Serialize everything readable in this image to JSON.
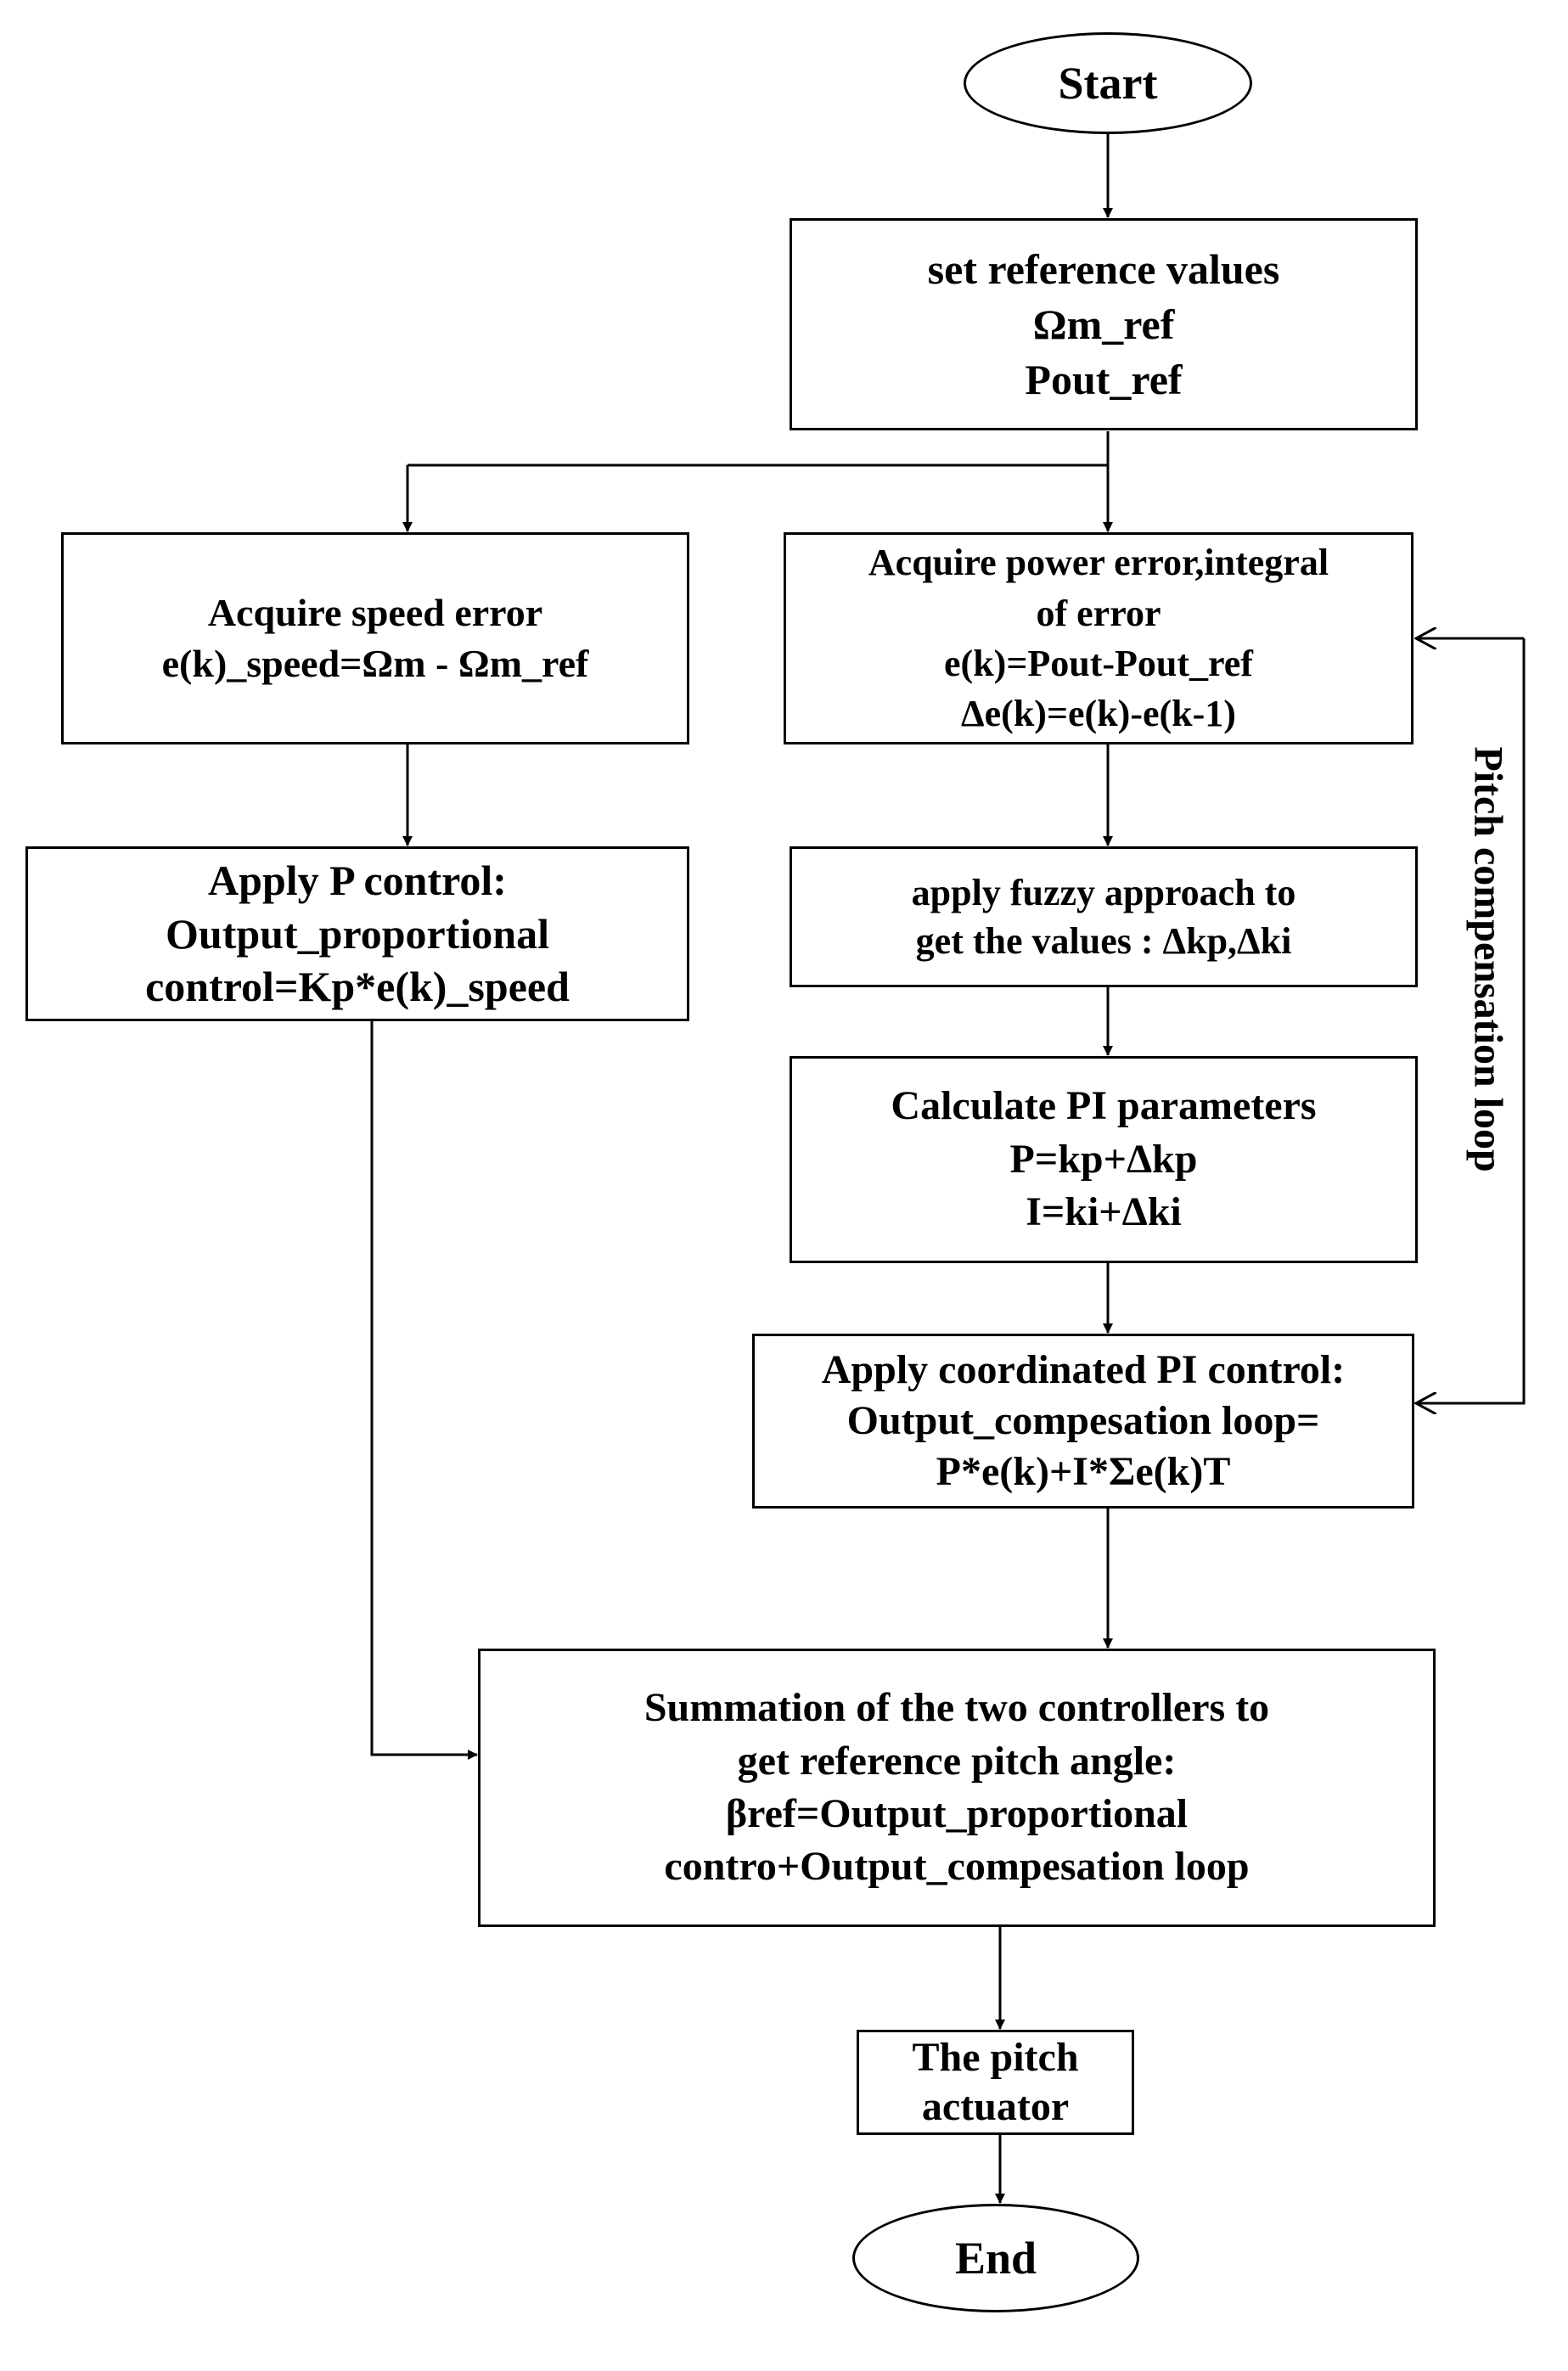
{
  "nodes": {
    "start": {
      "lines": [
        "Start"
      ]
    },
    "set_ref": {
      "lines": [
        "set reference values",
        "Ωm_ref",
        "Pout_ref"
      ]
    },
    "speed_error": {
      "lines": [
        "Acquire speed error",
        "e(k)_speed=Ωm - Ωm_ref"
      ]
    },
    "power_error": {
      "lines": [
        "Acquire power error,integral",
        "of error",
        "e(k)=Pout-Pout_ref",
        "Δe(k)=e(k)-e(k-1)"
      ]
    },
    "p_control": {
      "lines": [
        "Apply P control:",
        "Output_proportional",
        "control=Kp*e(k)_speed"
      ]
    },
    "fuzzy": {
      "lines": [
        "apply fuzzy approach to",
        "get the values : Δkp,Δki"
      ]
    },
    "calc_pi": {
      "lines": [
        "Calculate PI parameters",
        "P=kp+Δkp",
        "I=ki+Δki"
      ]
    },
    "coord_pi": {
      "lines": [
        "Apply coordinated PI control:",
        "Output_compesation loop=",
        "P*e(k)+I*Σe(k)T"
      ]
    },
    "summation": {
      "lines": [
        "Summation of the two controllers to",
        "get reference pitch angle:",
        "βref=Output_proportional",
        "contro+Output_compesation loop"
      ]
    },
    "actuator": {
      "lines": [
        "The pitch",
        "actuator"
      ]
    },
    "end": {
      "lines": [
        "End"
      ]
    }
  },
  "loop_label": "Pitch compensation loop",
  "colors": {
    "stroke": "#000000",
    "fill": "#ffffff"
  }
}
